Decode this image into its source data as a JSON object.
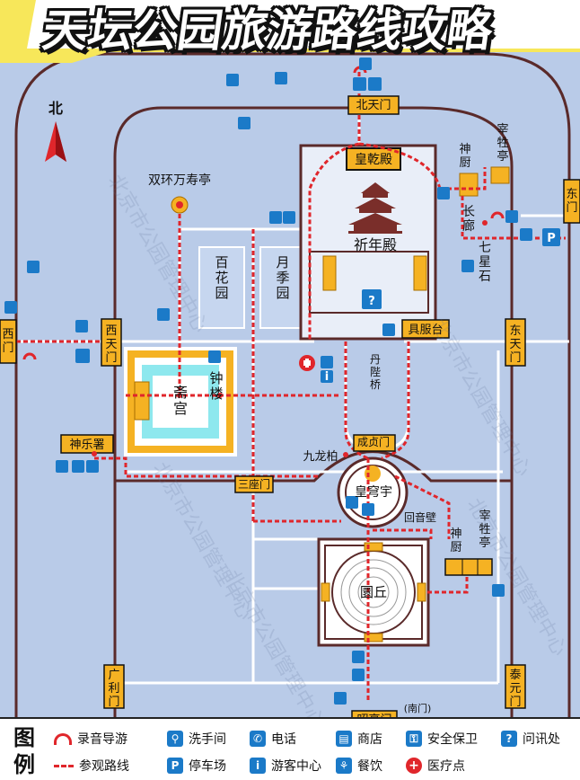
{
  "title": "天坛公园旅游路线攻略",
  "compass": "北",
  "gates": {
    "north": "北天门",
    "east": "东天门",
    "west": "西天门",
    "east_outer": "东门",
    "west_outer": "西门",
    "south_zhao": "昭亨门",
    "south_note": "(南门)",
    "guangli": "广利门",
    "taiyuan": "泰元门",
    "sanzuo": "三座门",
    "chengzhen": "成贞门"
  },
  "places": {
    "huangqiandian": "皇乾殿",
    "qiniandian": "祈年殿",
    "shenchu_north": "神厨",
    "zaishengting_north": "宰牲亭",
    "changlang": "长廊",
    "qixingshi": "七星石",
    "jufutai": "具服台",
    "danbiqiao": "丹陛桥",
    "shuanghuan": "双环万寿亭",
    "baihuayuan": "百花园",
    "yuejiyuan": "月季园",
    "zhaigong": "斋宫",
    "zhonglou": "钟楼",
    "shenyueshu": "神乐署",
    "jiulongbai": "九龙柏",
    "huangqiongyu": "皇穹宇",
    "huiyinbi": "回音壁",
    "shenchu_south": "神厨",
    "zaishengting_south": "宰牲亭",
    "yuanqiu": "圜丘"
  },
  "watermark": "北京市公园管理中心",
  "legend": {
    "title": "图例",
    "items": [
      {
        "icon": "audio-guide-icon",
        "label": "录音导游"
      },
      {
        "icon": "restroom-icon",
        "label": "洗手间"
      },
      {
        "icon": "phone-icon",
        "label": "电话"
      },
      {
        "icon": "shop-icon",
        "label": "商店"
      },
      {
        "icon": "security-icon",
        "label": "安全保卫"
      },
      {
        "icon": "info-desk-icon",
        "label": "问讯处"
      },
      {
        "icon": "route-icon",
        "label": "参观路线"
      },
      {
        "icon": "parking-icon",
        "label": "停车场"
      },
      {
        "icon": "visitor-center-icon",
        "label": "游客中心"
      },
      {
        "icon": "dining-icon",
        "label": "餐饮"
      },
      {
        "icon": "medical-icon",
        "label": "医疗点"
      }
    ],
    "glyphs": {
      "parking": "P",
      "info": "?",
      "visitor": "i",
      "phone": "✆",
      "restroom": "♿"
    }
  },
  "colors": {
    "background": "#b9cbe8",
    "route": "#e0262b",
    "building": "#f5b223",
    "icon_blue": "#1b7ac8",
    "wall": "#5a2a2a",
    "path": "#ffffff"
  }
}
